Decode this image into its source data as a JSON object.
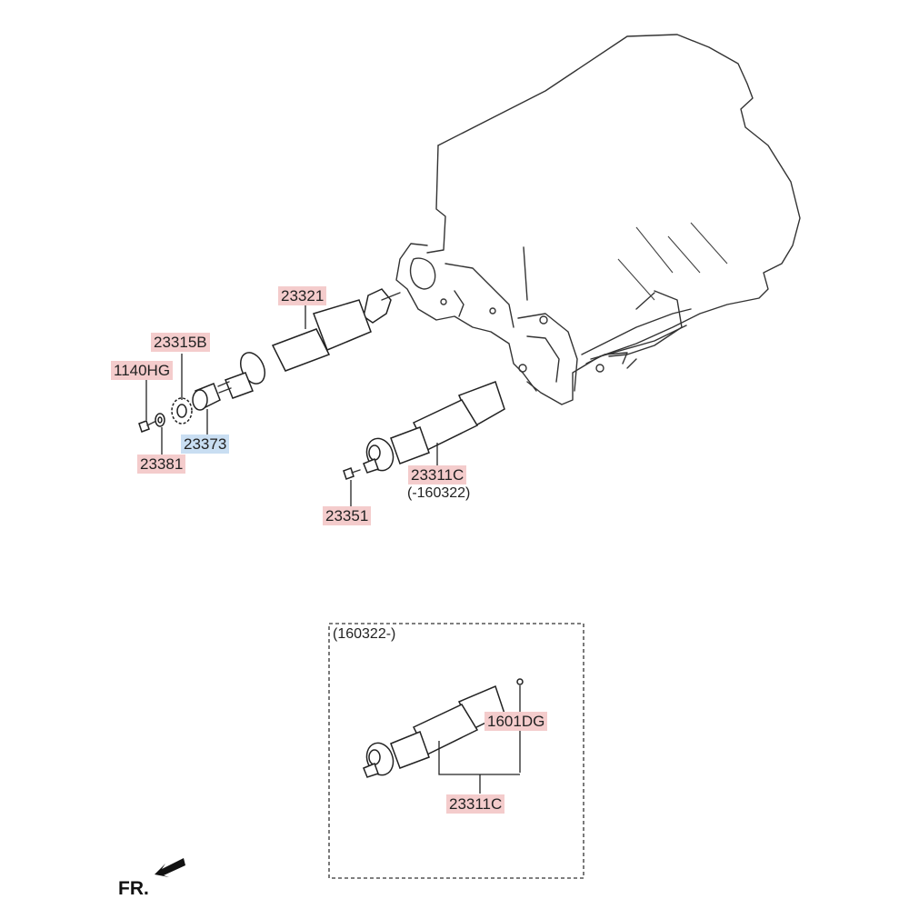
{
  "parts": {
    "p23321": "23321",
    "p23315b": "23315B",
    "p1140hg": "1140HG",
    "p23373": "23373",
    "p23381": "23381",
    "p23311c_top": "23311C",
    "p23311c_note": "(-160322)",
    "p23351": "23351",
    "p1601dg": "1601DG",
    "p23311c_box": "23311C"
  },
  "inset": {
    "title": "(160322-)"
  },
  "orientation": {
    "label": "FR."
  },
  "colors": {
    "pink_tag": "#f4cccc",
    "blue_tag": "#c9def2",
    "line": "#333333"
  }
}
